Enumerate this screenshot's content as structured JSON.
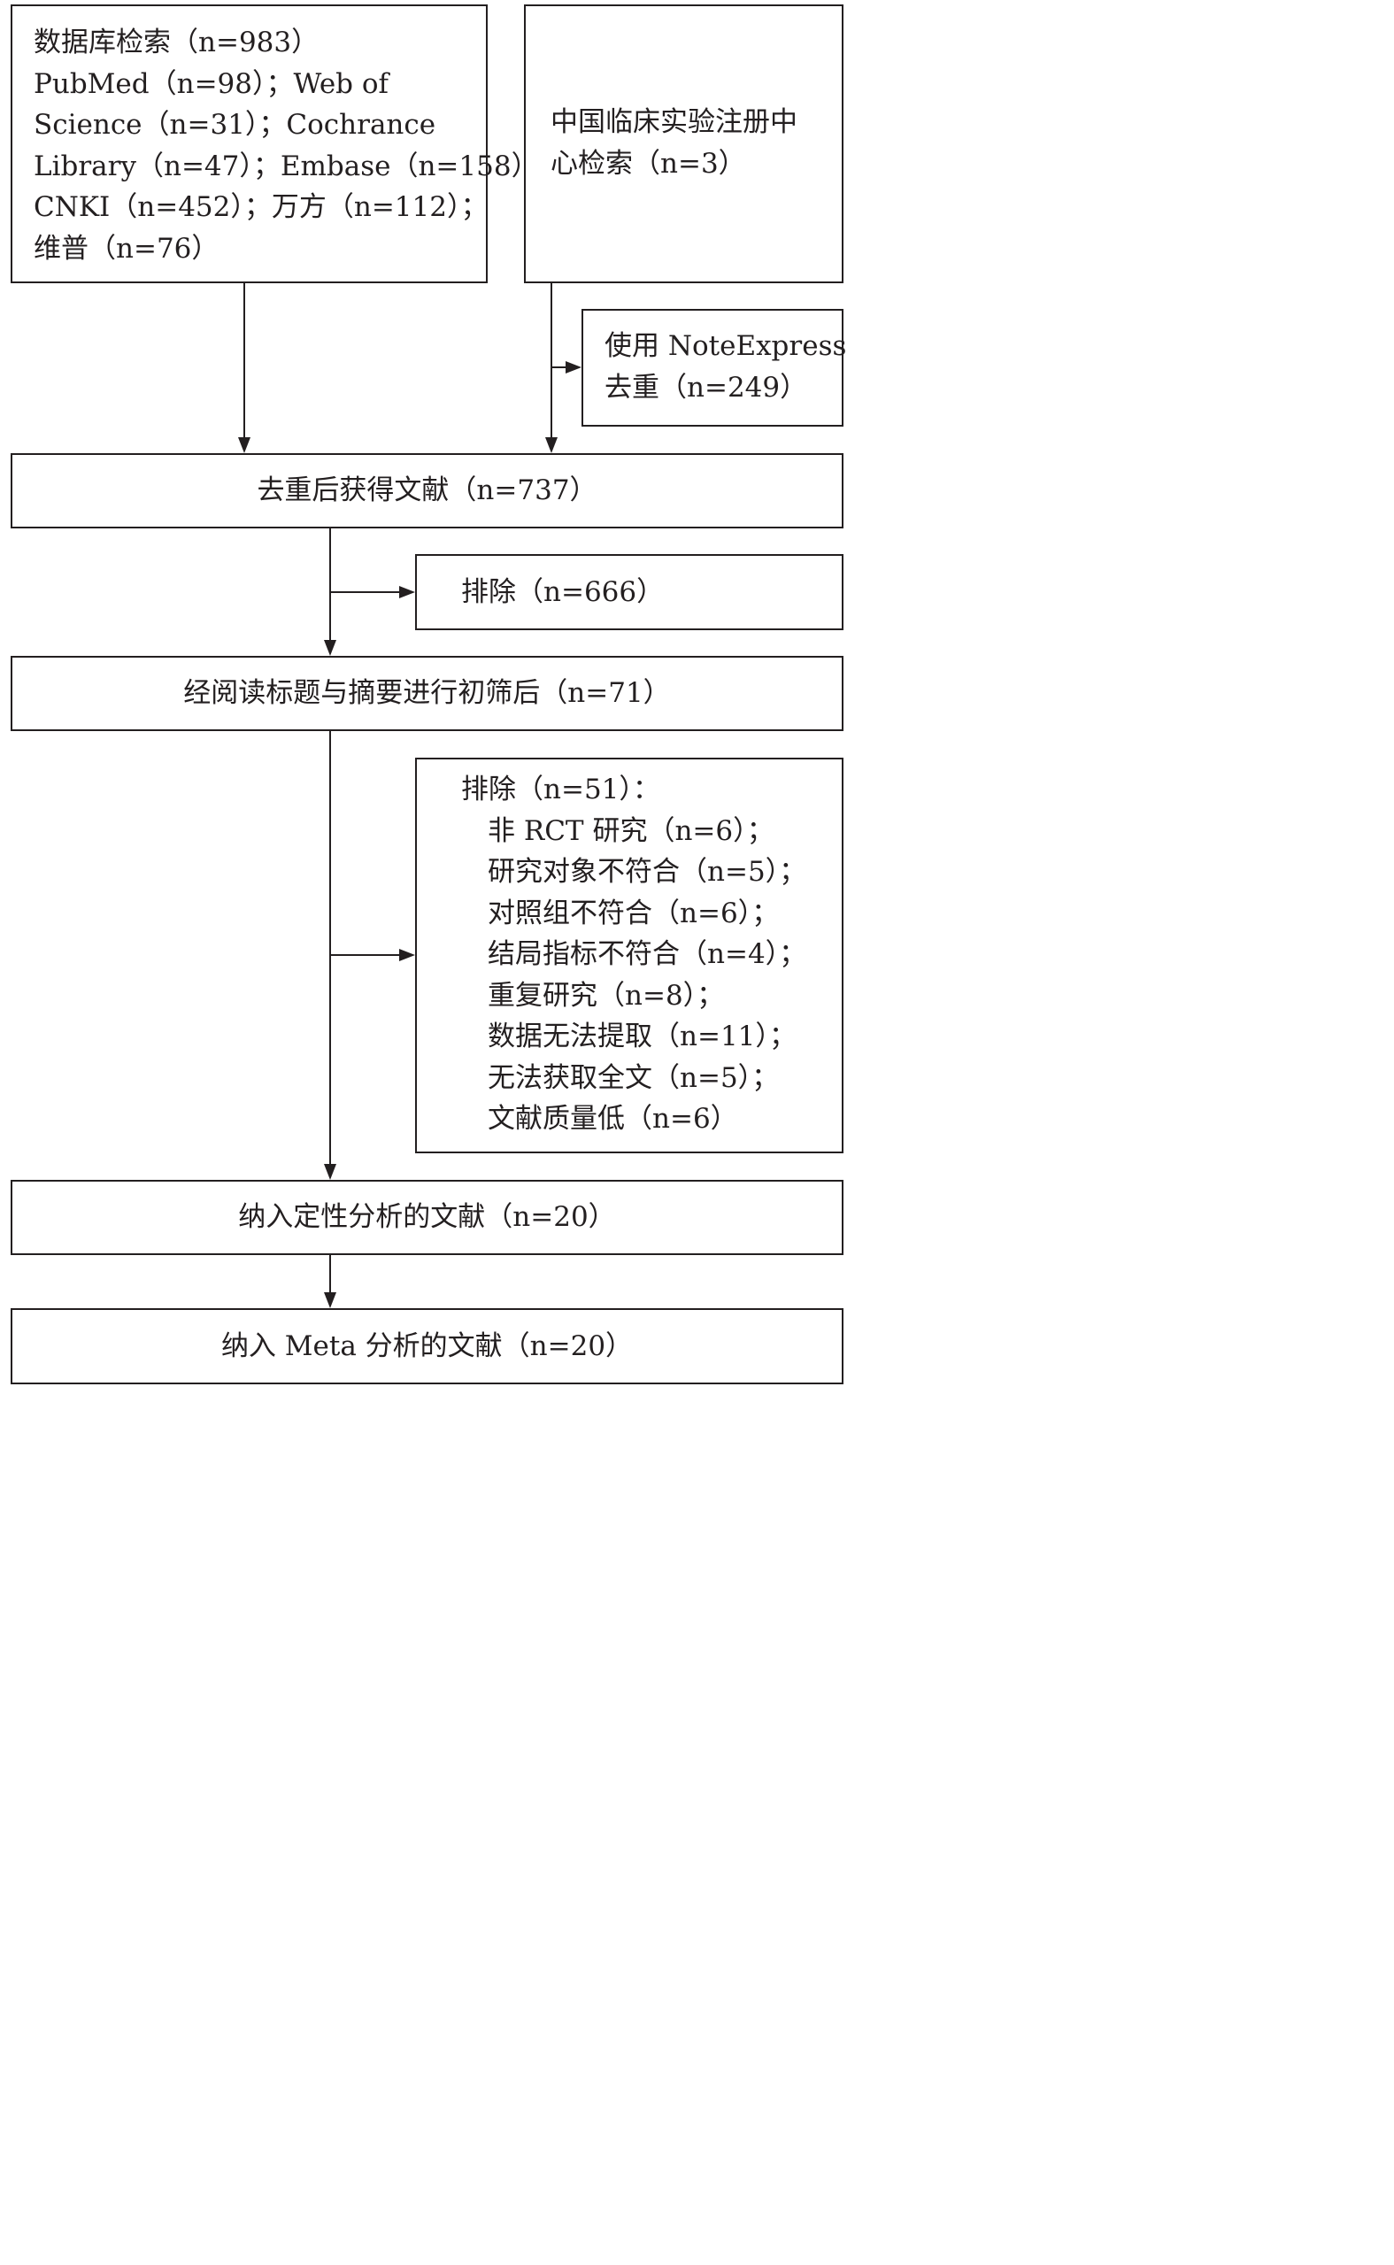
{
  "boxes": {
    "db_search": {
      "lines": [
        "数据库检索（n=983）",
        "PubMed（n=98）；Web of",
        "Science（n=31）；Cochrance",
        "Library（n=47）；Embase（n=158）；",
        "CNKI（n=452）；万方（n=112）；",
        "维普（n=76）"
      ]
    },
    "registry_search": {
      "lines": [
        "中国临床实验注册中",
        "心检索（n=3）"
      ]
    },
    "dedup_removed": {
      "lines": [
        "使用 NoteExpress",
        "去重（n=249）"
      ]
    },
    "after_dedup": {
      "text": "去重后获得文献（n=737）"
    },
    "excluded_screening": {
      "text": "排除（n=666）"
    },
    "after_screening": {
      "text": "经阅读标题与摘要进行初筛后（n=71）"
    },
    "excluded_fulltext": {
      "heading": "排除（n=51）：",
      "reasons": [
        "非 RCT 研究（n=6）；",
        "研究对象不符合（n=5）；",
        "对照组不符合（n=6）；",
        "结局指标不符合（n=4）；",
        "重复研究（n=8）；",
        "数据无法提取（n=11）；",
        "无法获取全文（n=5）；",
        "文献质量低（n=6）"
      ]
    },
    "qualitative": {
      "text": "纳入定性分析的文献（n=20）"
    },
    "meta": {
      "text": "纳入 Meta 分析的文献（n=20）"
    }
  }
}
